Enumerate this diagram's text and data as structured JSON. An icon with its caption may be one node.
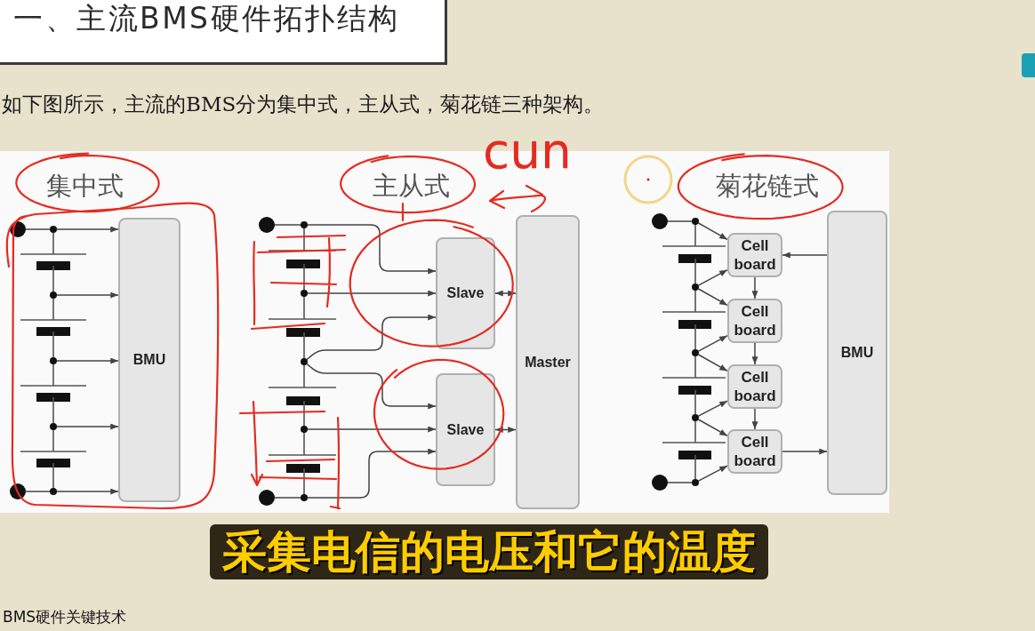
{
  "diagram": {
    "title": "一、主流BMS硬件拓扑结构",
    "nodes": [
      {
        "text": [],
        "shape": "circle"
      },
      {
        "text": [],
        "shape": "circle"
      },
      {
        "text": [],
        "shape": "circle"
      },
      {
        "text": [],
        "shape": "circle"
      },
      {
        "text": [],
        "shape": "circle"
      },
      {
        "text": [],
        "shape": "circle"
      },
      {
        "text": [],
        "shape": "circle"
      },
      {
        "text": [
          "BMU"
        ]
      },
      {
        "text": [],
        "shape": "circle"
      },
      {
        "text": [],
        "shape": "circle"
      },
      {
        "text": [],
        "shape": "circle"
      },
      {
        "text": [],
        "shape": "circle"
      },
      {
        "text": [],
        "shape": "circle"
      },
      {
        "text": [],
        "shape": "circle"
      },
      {
        "text": [],
        "shape": "circle"
      },
      {
        "text": [
          "Slave"
        ]
      },
      {
        "text": [
          "Slave"
        ]
      },
      {
        "text": [
          "Master"
        ]
      },
      {
        "text": [],
        "shape": "circle"
      },
      {
        "text": [],
        "shape": "circle"
      },
      {
        "text": [],
        "shape": "circle"
      },
      {
        "text": [],
        "shape": "circle"
      },
      {
        "text": [],
        "shape": "circle"
      },
      {
        "text": [],
        "shape": "circle"
      },
      {
        "text": [],
        "shape": "circle"
      },
      {
        "text": [
          "Cell board"
        ]
      },
      {
        "text": [
          "Cell board"
        ]
      },
      {
        "text": [
          "Cell board"
        ]
      },
      {
        "text": [
          "Cell board"
        ]
      },
      {
        "text": [
          "BMU"
        ]
      }
    ],
    "edges": [
      {
        "from": 0,
        "to": 1,
        "arrow": "none"
      },
      {
        "from": 1,
        "to": 7,
        "arrow": "to"
      },
      {
        "from": 2,
        "to": 7,
        "arrow": "to"
      },
      {
        "from": 3,
        "to": 7,
        "arrow": "to"
      },
      {
        "from": 4,
        "to": 7,
        "arrow": "to"
      },
      {
        "from": 5,
        "to": 7,
        "arrow": "to"
      },
      {
        "from": 6,
        "to": 5,
        "arrow": "none"
      },
      {
        "from": 8,
        "to": 9,
        "arrow": "none"
      },
      {
        "from": 9,
        "to": 15,
        "arrow": "to"
      },
      {
        "from": 10,
        "to": 15,
        "arrow": "to"
      },
      {
        "from": 11,
        "to": 15,
        "arrow": "to"
      },
      {
        "from": 11,
        "to": 16,
        "arrow": "to"
      },
      {
        "from": 12,
        "to": 16,
        "arrow": "to"
      },
      {
        "from": 13,
        "to": 16,
        "arrow": "to"
      },
      {
        "from": 14,
        "to": 13,
        "arrow": "none"
      },
      {
        "from": 15,
        "to": 17,
        "arrow": "both"
      },
      {
        "from": 16,
        "to": 17,
        "arrow": "both"
      },
      {
        "from": 18,
        "to": 19,
        "arrow": "none"
      },
      {
        "from": 19,
        "to": 25,
        "arrow": "to"
      },
      {
        "from": 20,
        "to": 25,
        "arrow": "to"
      },
      {
        "from": 20,
        "to": 26,
        "arrow": "to"
      },
      {
        "from": 21,
        "to": 26,
        "arrow": "to"
      },
      {
        "from": 21,
        "to": 27,
        "arrow": "to"
      },
      {
        "from": 22,
        "to": 27,
        "arrow": "to"
      },
      {
        "from": 22,
        "to": 28,
        "arrow": "to"
      },
      {
        "from": 23,
        "to": 28,
        "arrow": "to"
      },
      {
        "from": 24,
        "to": 23,
        "arrow": "none"
      },
      {
        "from": 25,
        "to": 26,
        "arrow": "to"
      },
      {
        "from": 26,
        "to": 27,
        "arrow": "to"
      },
      {
        "from": 27,
        "to": 28,
        "arrow": "to"
      },
      {
        "from": 29,
        "to": 25,
        "arrow": "to"
      },
      {
        "from": 28,
        "to": 29,
        "arrow": "to"
      }
    ],
    "labels": [
      "如下图所示，主流的BMS分为集中式，主从式，菊花链三种架构。",
      "cun",
      "集中式",
      "主从式",
      "菊花链式",
      "采集电信的电压和它的温度",
      "BMS硬件关键技术"
    ]
  }
}
